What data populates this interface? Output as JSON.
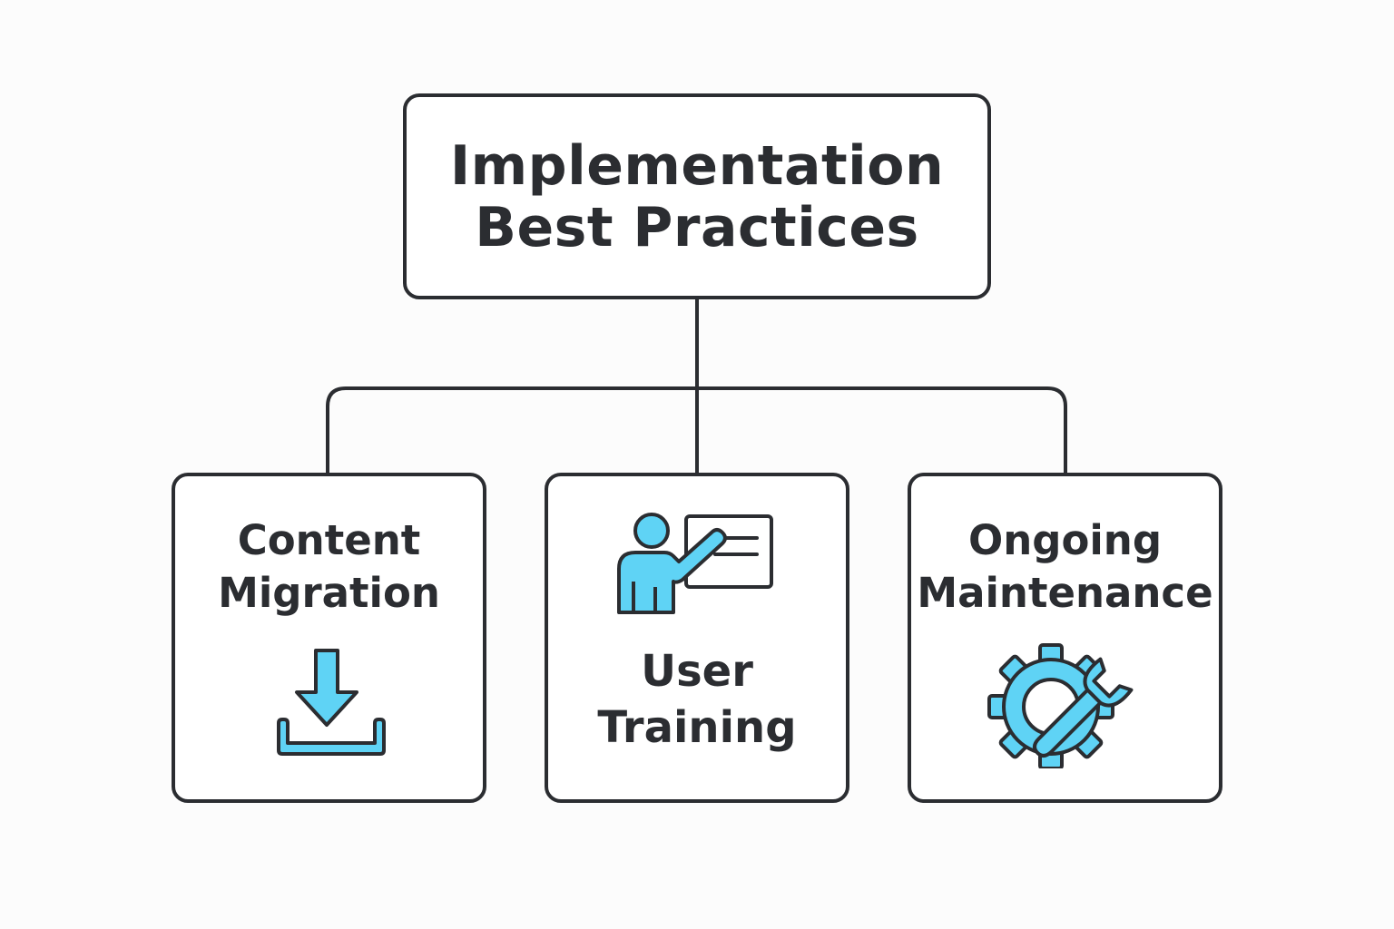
{
  "root": {
    "line1": "Implementation",
    "line2": "Best Practices"
  },
  "children": [
    {
      "line1": "Content",
      "line2": "Migration",
      "icon": "download-icon"
    },
    {
      "line1": "User",
      "line2": "Training",
      "icon": "presenter-icon"
    },
    {
      "line1": "Ongoing",
      "line2": "Maintenance",
      "icon": "gear-wrench-icon"
    }
  ],
  "colors": {
    "stroke": "#2b2d31",
    "accent": "#5fd3f5",
    "background": "#fcfcfc"
  }
}
